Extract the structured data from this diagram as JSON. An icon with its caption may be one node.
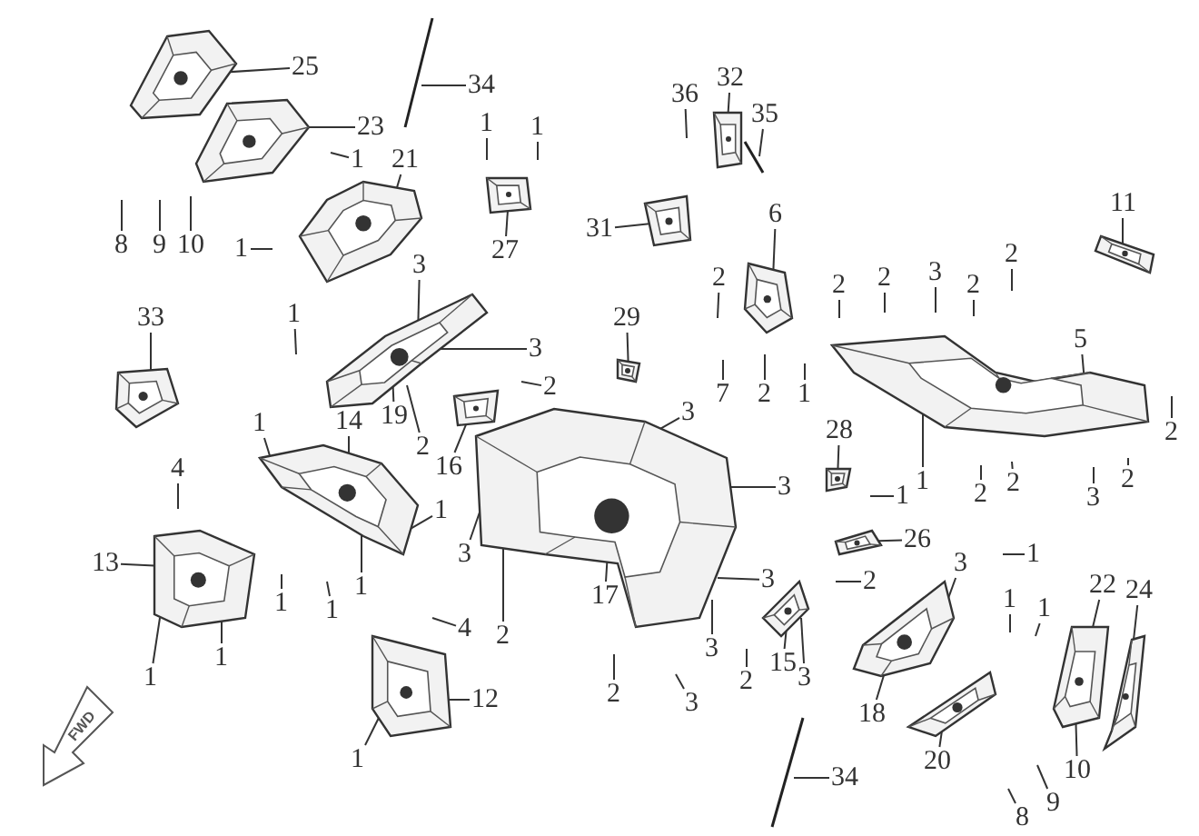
{
  "diagram": {
    "nodes": [
      {
        "text": [
          "25"
        ]
      },
      {
        "text": [
          "32"
        ]
      },
      {
        "text": [
          "34"
        ]
      },
      {
        "text": [
          "36"
        ]
      },
      {
        "text": [
          "35"
        ]
      },
      {
        "text": [
          "1"
        ]
      },
      {
        "text": [
          "1"
        ]
      },
      {
        "text": [
          "23"
        ]
      },
      {
        "text": [
          "1"
        ]
      },
      {
        "text": [
          "21"
        ]
      },
      {
        "text": [
          "11"
        ]
      },
      {
        "text": [
          "6"
        ]
      },
      {
        "text": [
          "31"
        ]
      },
      {
        "text": [
          "8"
        ]
      },
      {
        "text": [
          "9"
        ]
      },
      {
        "text": [
          "10"
        ]
      },
      {
        "text": [
          "1"
        ]
      },
      {
        "text": [
          "27"
        ]
      },
      {
        "text": [
          "2"
        ]
      },
      {
        "text": [
          "3"
        ]
      },
      {
        "text": [
          "3"
        ]
      },
      {
        "text": [
          "2"
        ]
      },
      {
        "text": [
          "2"
        ]
      },
      {
        "text": [
          "2"
        ]
      },
      {
        "text": [
          "2"
        ]
      },
      {
        "text": [
          "1"
        ]
      },
      {
        "text": [
          "33"
        ]
      },
      {
        "text": [
          "29"
        ]
      },
      {
        "text": [
          "5"
        ]
      },
      {
        "text": [
          "3"
        ]
      },
      {
        "text": [
          "2"
        ]
      },
      {
        "text": [
          "7"
        ]
      },
      {
        "text": [
          "2"
        ]
      },
      {
        "text": [
          "1"
        ]
      },
      {
        "text": [
          "3"
        ]
      },
      {
        "text": [
          "14"
        ]
      },
      {
        "text": [
          "1"
        ]
      },
      {
        "text": [
          "19"
        ]
      },
      {
        "text": [
          "28"
        ]
      },
      {
        "text": [
          "2"
        ]
      },
      {
        "text": [
          "2"
        ]
      },
      {
        "text": [
          "16"
        ]
      },
      {
        "text": [
          "4"
        ]
      },
      {
        "text": [
          "2"
        ]
      },
      {
        "text": [
          "1"
        ]
      },
      {
        "text": [
          "2"
        ]
      },
      {
        "text": [
          "3"
        ]
      },
      {
        "text": [
          "2"
        ]
      },
      {
        "text": [
          "3"
        ]
      },
      {
        "text": [
          "1"
        ]
      },
      {
        "text": [
          "1"
        ]
      },
      {
        "text": [
          "26"
        ]
      },
      {
        "text": [
          "3"
        ]
      },
      {
        "text": [
          "1"
        ]
      },
      {
        "text": [
          "13"
        ]
      },
      {
        "text": [
          "3"
        ]
      },
      {
        "text": [
          "3"
        ]
      },
      {
        "text": [
          "2"
        ]
      },
      {
        "text": [
          "22"
        ]
      },
      {
        "text": [
          "1"
        ]
      },
      {
        "text": [
          "24"
        ]
      },
      {
        "text": [
          "17"
        ]
      },
      {
        "text": [
          "1"
        ]
      },
      {
        "text": [
          "1"
        ]
      },
      {
        "text": [
          "1"
        ]
      },
      {
        "text": [
          "1"
        ]
      },
      {
        "text": [
          "4"
        ]
      },
      {
        "text": [
          "2"
        ]
      },
      {
        "text": [
          "3"
        ]
      },
      {
        "text": [
          "1"
        ]
      },
      {
        "text": [
          "15"
        ]
      },
      {
        "text": [
          "1"
        ]
      },
      {
        "text": [
          "3"
        ]
      },
      {
        "text": [
          "2"
        ]
      },
      {
        "text": [
          "2"
        ]
      },
      {
        "text": [
          "12"
        ]
      },
      {
        "text": [
          "3"
        ]
      },
      {
        "text": [
          "18"
        ]
      },
      {
        "text": [
          "1"
        ]
      },
      {
        "text": [
          "20"
        ]
      },
      {
        "text": [
          "10"
        ]
      },
      {
        "text": [
          "34"
        ]
      },
      {
        "text": [
          "9"
        ]
      },
      {
        "text": [
          "8"
        ]
      },
      {
        "text": [],
        "shape": "picture"
      },
      {
        "text": [],
        "shape": "picture"
      },
      {
        "text": [],
        "shape": "picture"
      },
      {
        "text": [],
        "shape": "picture"
      },
      {
        "text": [],
        "shape": "picture"
      },
      {
        "text": [],
        "shape": "picture"
      },
      {
        "text": [],
        "shape": "picture"
      },
      {
        "text": [],
        "shape": "picture"
      },
      {
        "text": [],
        "shape": "picture"
      },
      {
        "text": [],
        "shape": "picture"
      },
      {
        "text": [],
        "shape": "picture"
      },
      {
        "text": [],
        "shape": "picture"
      },
      {
        "text": [],
        "shape": "picture"
      },
      {
        "text": [],
        "shape": "picture"
      },
      {
        "text": [],
        "shape": "picture"
      },
      {
        "text": [],
        "shape": "picture"
      },
      {
        "text": [],
        "shape": "picture"
      },
      {
        "text": [],
        "shape": "picture"
      },
      {
        "text": [],
        "shape": "picture"
      },
      {
        "text": [],
        "shape": "picture"
      },
      {
        "text": [],
        "shape": "picture"
      },
      {
        "text": [],
        "shape": "picture"
      },
      {
        "text": [],
        "shape": "picture"
      },
      {
        "text": [],
        "shape": "picture"
      }
    ],
    "edges": [
      {
        "from": 0,
        "to": 84,
        "arrow": "none"
      },
      {
        "from": 1,
        "to": 89,
        "arrow": "none"
      },
      {
        "from": 2,
        "to": null,
        "arrow": "none"
      },
      {
        "from": 3,
        "to": null,
        "arrow": "none"
      },
      {
        "from": 4,
        "to": null,
        "arrow": "none"
      },
      {
        "from": 5,
        "to": null,
        "arrow": "none"
      },
      {
        "from": 6,
        "to": null,
        "arrow": "none"
      },
      {
        "from": 7,
        "to": 85,
        "arrow": "none"
      },
      {
        "from": 8,
        "to": null,
        "arrow": "none"
      },
      {
        "from": 9,
        "to": 86,
        "arrow": "none"
      },
      {
        "from": 10,
        "to": 90,
        "arrow": "none"
      },
      {
        "from": 11,
        "to": 91,
        "arrow": "none"
      },
      {
        "from": 12,
        "to": 88,
        "arrow": "none"
      },
      {
        "from": 13,
        "to": null,
        "arrow": "none"
      },
      {
        "from": 14,
        "to": null,
        "arrow": "none"
      },
      {
        "from": 15,
        "to": null,
        "arrow": "none"
      },
      {
        "from": 16,
        "to": null,
        "arrow": "none"
      },
      {
        "from": 17,
        "to": 87,
        "arrow": "none"
      },
      {
        "from": 18,
        "to": null,
        "arrow": "none"
      },
      {
        "from": 19,
        "to": 94,
        "arrow": "none"
      },
      {
        "from": 20,
        "to": null,
        "arrow": "none"
      },
      {
        "from": 21,
        "to": null,
        "arrow": "none"
      },
      {
        "from": 22,
        "to": null,
        "arrow": "none"
      },
      {
        "from": 23,
        "to": null,
        "arrow": "none"
      },
      {
        "from": 24,
        "to": null,
        "arrow": "none"
      },
      {
        "from": 25,
        "to": null,
        "arrow": "none"
      },
      {
        "from": 26,
        "to": 93,
        "arrow": "none"
      },
      {
        "from": 27,
        "to": 96,
        "arrow": "none"
      },
      {
        "from": 28,
        "to": 92,
        "arrow": "none"
      },
      {
        "from": 29,
        "to": 94,
        "arrow": "none"
      },
      {
        "from": 30,
        "to": null,
        "arrow": "none"
      },
      {
        "from": 31,
        "to": null,
        "arrow": "none"
      },
      {
        "from": 32,
        "to": null,
        "arrow": "none"
      },
      {
        "from": 33,
        "to": null,
        "arrow": "none"
      },
      {
        "from": 34,
        "to": 99,
        "arrow": "none"
      },
      {
        "from": 35,
        "to": 97,
        "arrow": "none"
      },
      {
        "from": 36,
        "to": 97,
        "arrow": "none"
      },
      {
        "from": 37,
        "to": 94,
        "arrow": "none"
      },
      {
        "from": 38,
        "to": 100,
        "arrow": "none"
      },
      {
        "from": 39,
        "to": null,
        "arrow": "none"
      },
      {
        "from": 40,
        "to": 94,
        "arrow": "none"
      },
      {
        "from": 41,
        "to": 95,
        "arrow": "none"
      },
      {
        "from": 42,
        "to": null,
        "arrow": "none"
      },
      {
        "from": 43,
        "to": null,
        "arrow": "none"
      },
      {
        "from": 44,
        "to": 92,
        "arrow": "none"
      },
      {
        "from": 45,
        "to": null,
        "arrow": "none"
      },
      {
        "from": 46,
        "to": 99,
        "arrow": "none"
      },
      {
        "from": 47,
        "to": null,
        "arrow": "none"
      },
      {
        "from": 48,
        "to": null,
        "arrow": "none"
      },
      {
        "from": 49,
        "to": null,
        "arrow": "none"
      },
      {
        "from": 50,
        "to": 97,
        "arrow": "none"
      },
      {
        "from": 51,
        "to": 101,
        "arrow": "none"
      },
      {
        "from": 52,
        "to": 99,
        "arrow": "none"
      },
      {
        "from": 53,
        "to": null,
        "arrow": "none"
      },
      {
        "from": 54,
        "to": 98,
        "arrow": "none"
      },
      {
        "from": 55,
        "to": 104,
        "arrow": "none"
      },
      {
        "from": 56,
        "to": 99,
        "arrow": "none"
      },
      {
        "from": 57,
        "to": null,
        "arrow": "none"
      },
      {
        "from": 58,
        "to": 106,
        "arrow": "none"
      },
      {
        "from": 59,
        "to": 97,
        "arrow": "none"
      },
      {
        "from": 60,
        "to": 107,
        "arrow": "none"
      },
      {
        "from": 61,
        "to": 99,
        "arrow": "none"
      },
      {
        "from": 62,
        "to": null,
        "arrow": "none"
      },
      {
        "from": 63,
        "to": null,
        "arrow": "none"
      },
      {
        "from": 64,
        "to": null,
        "arrow": "none"
      },
      {
        "from": 65,
        "to": null,
        "arrow": "none"
      },
      {
        "from": 66,
        "to": null,
        "arrow": "none"
      },
      {
        "from": 67,
        "to": 99,
        "arrow": "none"
      },
      {
        "from": 68,
        "to": 99,
        "arrow": "none"
      },
      {
        "from": 69,
        "to": 98,
        "arrow": "none"
      },
      {
        "from": 70,
        "to": 103,
        "arrow": "none"
      },
      {
        "from": 71,
        "to": 98,
        "arrow": "none"
      },
      {
        "from": 72,
        "to": 103,
        "arrow": "none"
      },
      {
        "from": 73,
        "to": null,
        "arrow": "none"
      },
      {
        "from": 74,
        "to": null,
        "arrow": "none"
      },
      {
        "from": 75,
        "to": 102,
        "arrow": "none"
      },
      {
        "from": 76,
        "to": null,
        "arrow": "none"
      },
      {
        "from": 77,
        "to": 104,
        "arrow": "none"
      },
      {
        "from": 78,
        "to": 102,
        "arrow": "none"
      },
      {
        "from": 79,
        "to": 105,
        "arrow": "none"
      },
      {
        "from": 80,
        "to": 106,
        "arrow": "none"
      },
      {
        "from": 81,
        "to": null,
        "arrow": "none"
      },
      {
        "from": 82,
        "to": null,
        "arrow": "none"
      },
      {
        "from": 83,
        "to": null,
        "arrow": "none"
      }
    ],
    "labels": [
      "FWD"
    ]
  }
}
